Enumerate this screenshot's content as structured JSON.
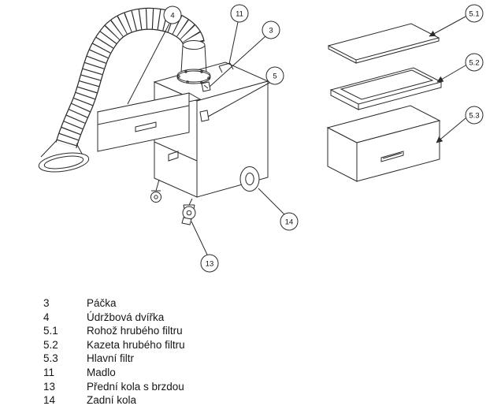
{
  "callouts": {
    "c3": "3",
    "c4": "4",
    "c5": "5",
    "c11": "11",
    "c13": "13",
    "c14": "14",
    "c51": "5.1",
    "c52": "5.2",
    "c53": "5.3"
  },
  "legend": {
    "rows": [
      {
        "num": "3",
        "label": "Páčka"
      },
      {
        "num": "4",
        "label": "Údržbová dvířka"
      },
      {
        "num": "5.1",
        "label": "Rohož hrubého filtru"
      },
      {
        "num": "5.2",
        "label": "Kazeta hrubého filtru"
      },
      {
        "num": "5.3",
        "label": "Hlavní filtr"
      },
      {
        "num": "11",
        "label": "Madlo"
      },
      {
        "num": "13",
        "label": "Přední kola s brzdou"
      },
      {
        "num": "14",
        "label": "Zadní kola"
      }
    ]
  },
  "colors": {
    "line": "#2b2b2b",
    "background": "#ffffff"
  }
}
